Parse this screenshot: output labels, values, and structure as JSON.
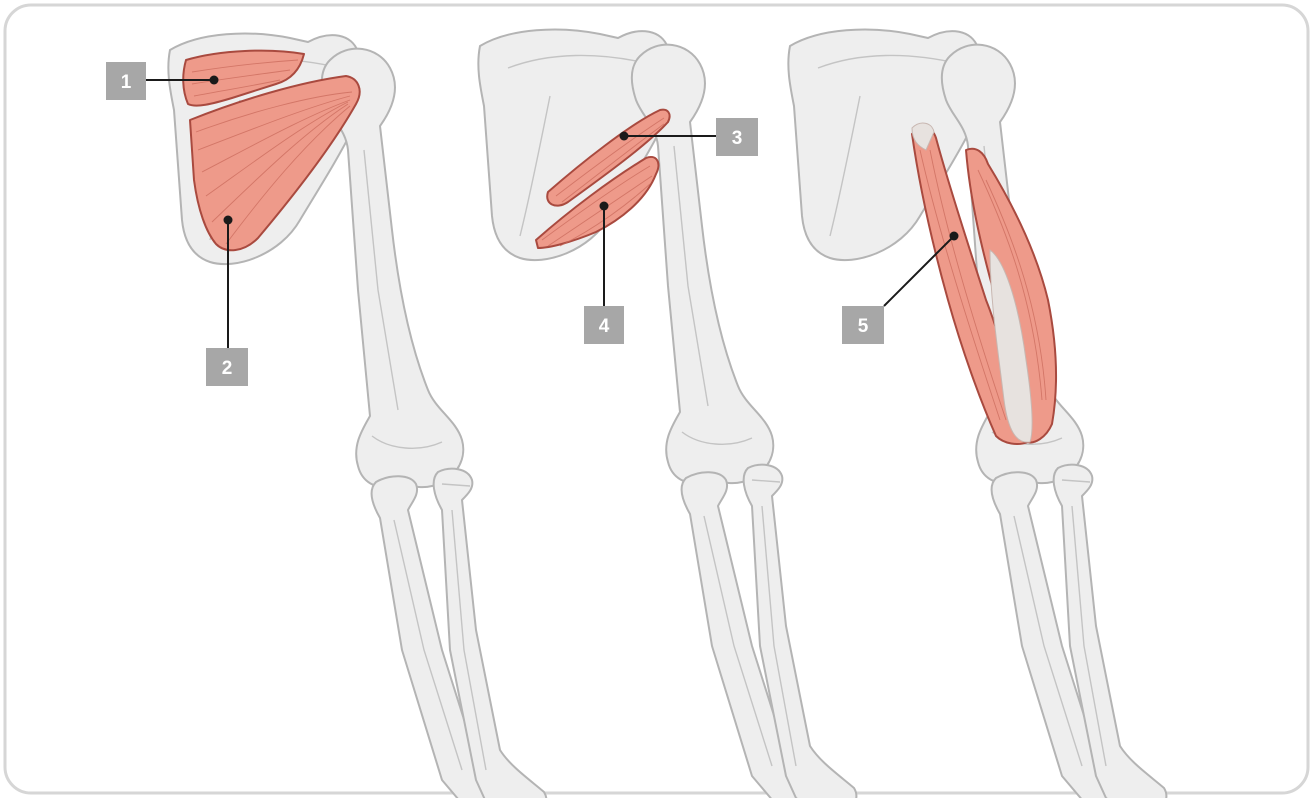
{
  "colors": {
    "panel_border": "#d6d6d6",
    "bone_fill": "#eeeeee",
    "bone_stroke": "#b4b4b4",
    "muscle_fill": "#ee9a8a",
    "muscle_stroke": "#a94a3f",
    "callout_box": "#a7a7a7",
    "callout_text": "#ffffff",
    "leader_line": "#1a1a1a"
  },
  "callouts": [
    {
      "id": "1",
      "label": "1"
    },
    {
      "id": "2",
      "label": "2"
    },
    {
      "id": "3",
      "label": "3"
    },
    {
      "id": "4",
      "label": "4"
    },
    {
      "id": "5",
      "label": "5"
    }
  ]
}
